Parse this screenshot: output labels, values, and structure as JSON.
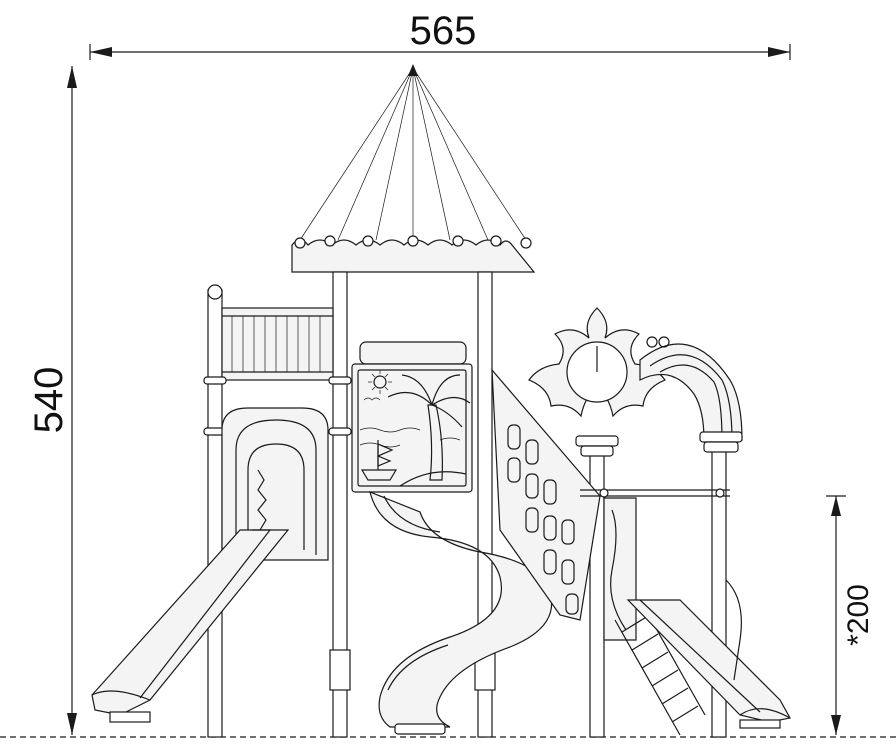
{
  "dimensions": {
    "width_label": "565",
    "height_label": "540",
    "platform_height_label": "*200"
  },
  "colors": {
    "line": "#1a1a1a",
    "background": "#ffffff",
    "panel_fill": "#f4f4f4"
  },
  "icons": [
    "sun-icon",
    "palm-tree-icon",
    "ship-icon",
    "flower-icon",
    "bird-icon"
  ]
}
